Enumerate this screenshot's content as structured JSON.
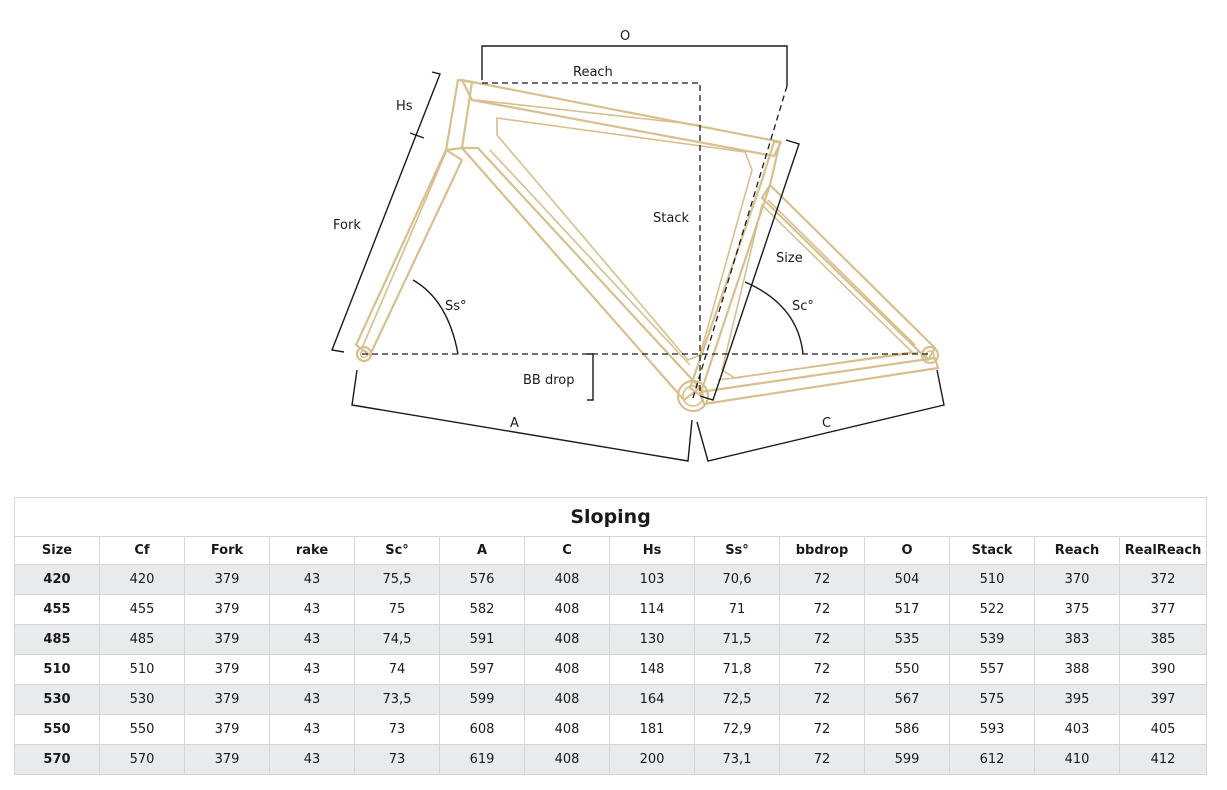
{
  "diagram": {
    "labels": {
      "o": "O",
      "reach": "Reach",
      "hs": "Hs",
      "fork": "Fork",
      "stack": "Stack",
      "size": "Size",
      "ss": "Ss°",
      "sc": "Sc°",
      "bb_drop": "BB drop",
      "a": "A",
      "c": "C"
    }
  },
  "table": {
    "title": "Sloping",
    "columns": [
      "Size",
      "Cf",
      "Fork",
      "rake",
      "Sc°",
      "A",
      "C",
      "Hs",
      "Ss°",
      "bbdrop",
      "O",
      "Stack",
      "Reach",
      "RealReach"
    ],
    "rows": [
      [
        "420",
        "420",
        "379",
        "43",
        "75,5",
        "576",
        "408",
        "103",
        "70,6",
        "72",
        "504",
        "510",
        "370",
        "372"
      ],
      [
        "455",
        "455",
        "379",
        "43",
        "75",
        "582",
        "408",
        "114",
        "71",
        "72",
        "517",
        "522",
        "375",
        "377"
      ],
      [
        "485",
        "485",
        "379",
        "43",
        "74,5",
        "591",
        "408",
        "130",
        "71,5",
        "72",
        "535",
        "539",
        "383",
        "385"
      ],
      [
        "510",
        "510",
        "379",
        "43",
        "74",
        "597",
        "408",
        "148",
        "71,8",
        "72",
        "550",
        "557",
        "388",
        "390"
      ],
      [
        "530",
        "530",
        "379",
        "43",
        "73,5",
        "599",
        "408",
        "164",
        "72,5",
        "72",
        "567",
        "575",
        "395",
        "397"
      ],
      [
        "550",
        "550",
        "379",
        "43",
        "73",
        "608",
        "408",
        "181",
        "72,9",
        "72",
        "586",
        "593",
        "403",
        "405"
      ],
      [
        "570",
        "570",
        "379",
        "43",
        "73",
        "619",
        "408",
        "200",
        "73,1",
        "72",
        "599",
        "612",
        "410",
        "412"
      ]
    ]
  }
}
